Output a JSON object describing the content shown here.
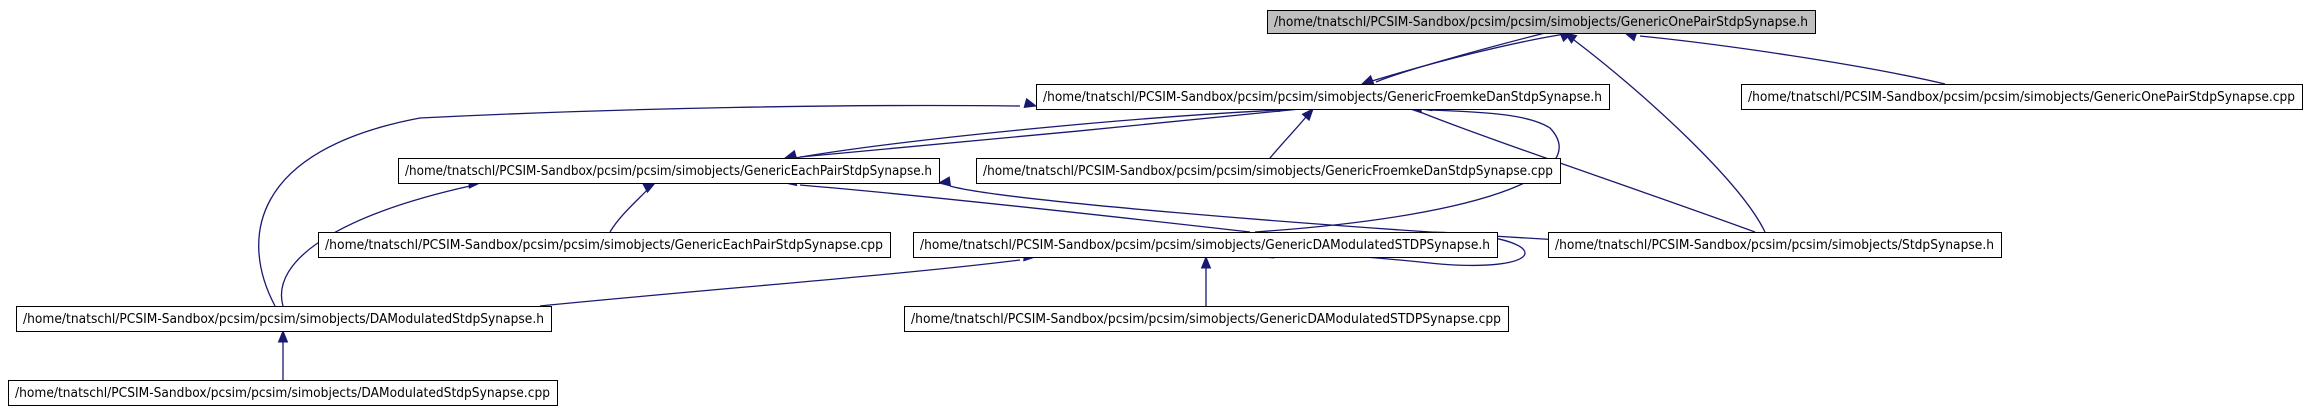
{
  "colors": {
    "node_border": "#000000",
    "node_fill": "#ffffff",
    "root_fill": "#bfbfbf",
    "edge": "#191970",
    "background": "#ffffff"
  },
  "nodes": [
    {
      "id": "root",
      "label": "/home/tnatschl/PCSIM-Sandbox/pcsim/pcsim/simobjects/GenericOnePairStdpSynapse.h",
      "highlighted": true
    },
    {
      "id": "froemke_h",
      "label": "/home/tnatschl/PCSIM-Sandbox/pcsim/pcsim/simobjects/GenericFroemkeDanStdpSynapse.h"
    },
    {
      "id": "onepair_cpp",
      "label": "/home/tnatschl/PCSIM-Sandbox/pcsim/pcsim/simobjects/GenericOnePairStdpSynapse.cpp"
    },
    {
      "id": "eachpair_h",
      "label": "/home/tnatschl/PCSIM-Sandbox/pcsim/pcsim/simobjects/GenericEachPairStdpSynapse.h"
    },
    {
      "id": "froemke_cpp",
      "label": "/home/tnatschl/PCSIM-Sandbox/pcsim/pcsim/simobjects/GenericFroemkeDanStdpSynapse.cpp"
    },
    {
      "id": "eachpair_cpp",
      "label": "/home/tnatschl/PCSIM-Sandbox/pcsim/pcsim/simobjects/GenericEachPairStdpSynapse.cpp"
    },
    {
      "id": "damod_generic_h",
      "label": "/home/tnatschl/PCSIM-Sandbox/pcsim/pcsim/simobjects/GenericDAModulatedSTDPSynapse.h"
    },
    {
      "id": "stdp_h",
      "label": "/home/tnatschl/PCSIM-Sandbox/pcsim/pcsim/simobjects/StdpSynapse.h"
    },
    {
      "id": "damod_h",
      "label": "/home/tnatschl/PCSIM-Sandbox/pcsim/pcsim/simobjects/DAModulatedStdpSynapse.h"
    },
    {
      "id": "damod_generic_cpp",
      "label": "/home/tnatschl/PCSIM-Sandbox/pcsim/pcsim/simobjects/GenericDAModulatedSTDPSynapse.cpp"
    },
    {
      "id": "damod_cpp",
      "label": "/home/tnatschl/PCSIM-Sandbox/pcsim/pcsim/simobjects/DAModulatedStdpSynapse.cpp"
    }
  ],
  "edges": [
    {
      "from": "froemke_h",
      "to": "root"
    },
    {
      "from": "root",
      "to": "froemke_h"
    },
    {
      "from": "onepair_cpp",
      "to": "root"
    },
    {
      "from": "stdp_h",
      "to": "root"
    },
    {
      "from": "eachpair_h",
      "to": "froemke_h"
    },
    {
      "from": "froemke_h",
      "to": "eachpair_h"
    },
    {
      "from": "froemke_cpp",
      "to": "froemke_h"
    },
    {
      "from": "stdp_h",
      "to": "froemke_h"
    },
    {
      "from": "damod_generic_h",
      "to": "froemke_h"
    },
    {
      "from": "damod_h",
      "to": "froemke_h"
    },
    {
      "from": "eachpair_cpp",
      "to": "eachpair_h"
    },
    {
      "from": "damod_generic_h",
      "to": "eachpair_h"
    },
    {
      "from": "stdp_h",
      "to": "eachpair_h"
    },
    {
      "from": "damod_h",
      "to": "eachpair_h"
    },
    {
      "from": "damod_generic_h",
      "to": "damod_generic_h"
    },
    {
      "from": "damod_h",
      "to": "damod_generic_h"
    },
    {
      "from": "damod_generic_cpp",
      "to": "damod_generic_h"
    },
    {
      "from": "damod_cpp",
      "to": "damod_h"
    }
  ]
}
